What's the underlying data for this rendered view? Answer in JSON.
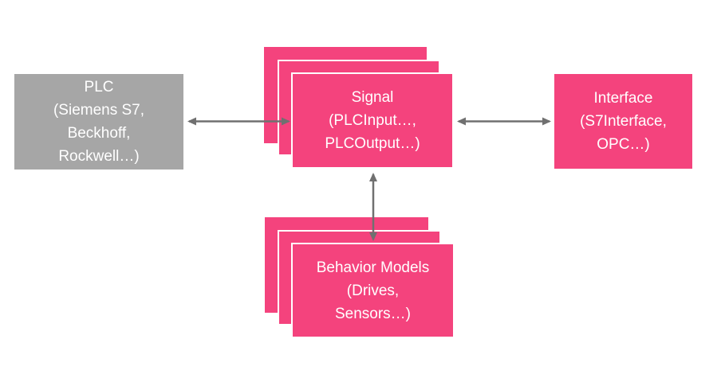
{
  "diagram": {
    "plc": {
      "lines": [
        "PLC",
        "(Siemens S7,",
        "Beckhoff,",
        "Rockwell…)"
      ]
    },
    "signal": {
      "lines": [
        "Signal",
        "(PLCInput…,",
        "PLCOutput…)"
      ]
    },
    "interface": {
      "lines": [
        "Interface",
        "(S7Interface,",
        "OPC…)"
      ]
    },
    "behavior": {
      "lines": [
        "Behavior Models",
        "(Drives,",
        "Sensors…)"
      ]
    }
  },
  "colors": {
    "pink": "#f4437d",
    "gray": "#a6a6a6",
    "arrow": "#707070",
    "background": "#ffffff",
    "text": "#ffffff"
  }
}
